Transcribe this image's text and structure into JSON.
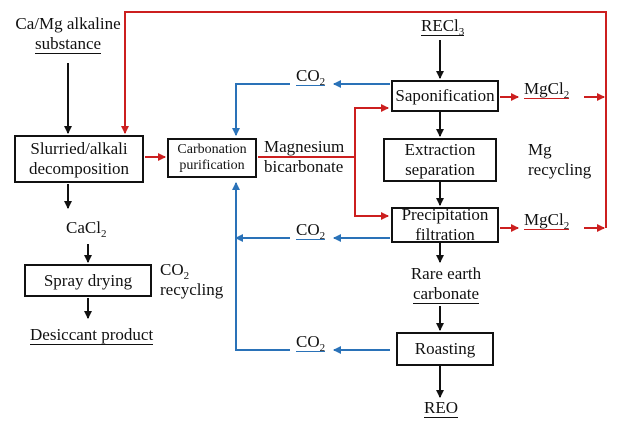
{
  "colors": {
    "red": "#cc1f1f",
    "blue": "#2a72b8",
    "black": "#111111"
  },
  "nodes": {
    "ca_mg": {
      "line1": "Ca/Mg alkaline",
      "line2": "substance"
    },
    "slurried": {
      "line1": "Slurried/alkali",
      "line2": "decomposition"
    },
    "carbonation": {
      "line1": "Carbonation",
      "line2": "purification"
    },
    "magnesium_bicarbonate": {
      "line1": "Magnesium",
      "line2": "bicarbonate"
    },
    "recl3": {
      "base": "RECl",
      "sub": "3"
    },
    "saponification": {
      "label": "Saponification"
    },
    "extraction": {
      "line1": "Extraction",
      "line2": "separation"
    },
    "precipitation": {
      "line1": "Precipitation",
      "line2": "filtration"
    },
    "rare_earth_carbonate": {
      "line1": "Rare earth",
      "line2": "carbonate"
    },
    "roasting": {
      "label": "Roasting"
    },
    "reo": {
      "label": "REO"
    },
    "cacl2": {
      "base": "CaCl",
      "sub": "2"
    },
    "spray": {
      "label": "Spray drying"
    },
    "desiccant": {
      "label": "Desiccant product"
    }
  },
  "annotations": {
    "co2_recycling": {
      "line1": "CO",
      "sub": "2",
      "line2": "recycling"
    },
    "mg_recycling": {
      "line1": "Mg",
      "line2": "recycling"
    },
    "co2": {
      "base": "CO",
      "sub": "2"
    },
    "mgcl2": {
      "base": "MgCl",
      "sub": "2"
    }
  }
}
